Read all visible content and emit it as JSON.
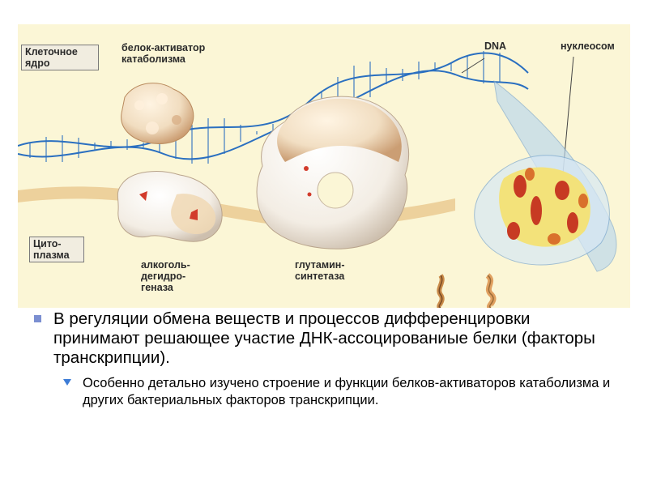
{
  "figure": {
    "labels": {
      "nucleus": "Клеточное ядро",
      "activator": "белок-активатор катаболизма",
      "dna": "DNA",
      "nucleosome": "нуклеосом",
      "cytoplasm": "Цито-плазма",
      "alcohol_dh": "алкоголь-дегидро-геназа",
      "glutamine_synthetase": "глутамин-синтетаза"
    },
    "colors": {
      "background": "#fbf6d6",
      "dna_strand": "#2a6fc0",
      "membrane": "#e8c488",
      "protein_fill": "#f1ddc0",
      "protein_shadow": "#c99a6e",
      "histone_red": "#c73a23",
      "histone_yellow": "#f3e27a",
      "nucleosome_sheath": "#b9d6ee"
    }
  },
  "bullets": {
    "level1": "В регуляции обмена веществ и процессов дифференцировки принимают решающее участие ДНК-ассоцированиые белки (факторы транскрипции).",
    "level2": "Особенно детально изучено строение и функции белков-активаторов катаболизма и других бактериальных факторов транскрипции."
  }
}
